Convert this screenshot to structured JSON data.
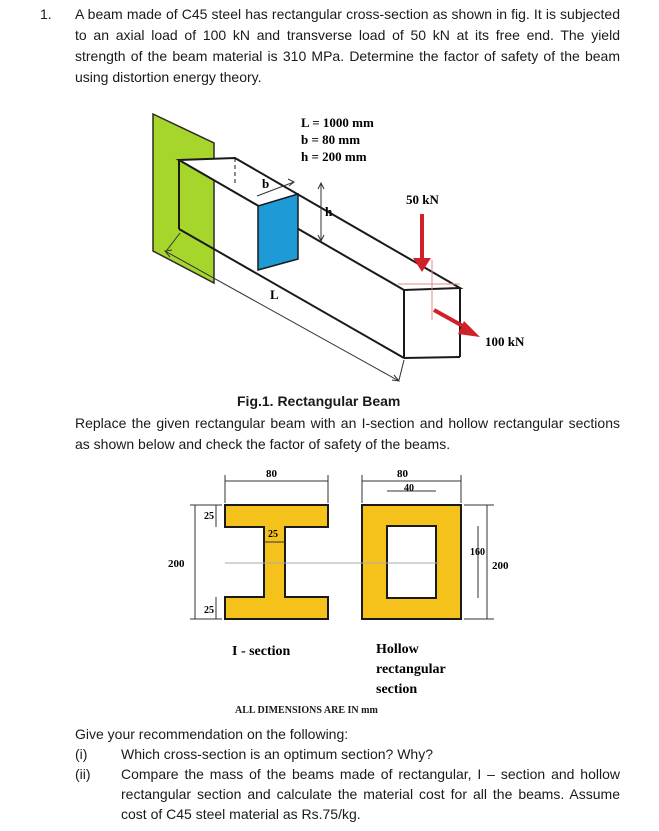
{
  "question": {
    "number": "1.",
    "text": "A beam made of C45 steel has rectangular cross-section as shown in fig. It is subjected to an axial load of 100 kN and transverse load of 50 kN at its free end. The yield strength of the beam material is 310 MPa. Determine the factor of safety of the beam using distortion energy theory."
  },
  "fig1": {
    "params": [
      "L = 1000 mm",
      "b = 80 mm",
      "h = 200 mm"
    ],
    "label_b": "b",
    "label_h": "h",
    "label_L": "L",
    "load_transverse": "50 kN",
    "load_axial": "100 kN",
    "caption": "Fig.1. Rectangular Beam",
    "colors": {
      "wall": "#a6d62b",
      "section": "#1e9ad6",
      "arrow": "#d0202a"
    }
  },
  "replace_text": "Replace the given rectangular beam with an I-section and hollow rectangular sections as shown below and check the factor of safety of the beams.",
  "sections": {
    "i_section": {
      "width": "80",
      "web": "25",
      "flange_top": "25",
      "flange_bottom": "25",
      "height": "200",
      "label": "I - section"
    },
    "hollow": {
      "width": "80",
      "inner_width": "40",
      "inner_height": "160",
      "height": "200",
      "label_lines": [
        "Hollow",
        "rectangular",
        "section"
      ]
    },
    "note": "ALL DIMENSIONS ARE IN mm",
    "fill_color": "#f5c21b"
  },
  "recommendation": {
    "intro": "Give your recommendation on the following:",
    "items": [
      {
        "marker": "(i)",
        "text": "Which cross-section is an optimum section? Why?"
      },
      {
        "marker": "(ii)",
        "text": "Compare the mass of the beams made of rectangular, I – section and hollow rectangular section and calculate the material cost for all the beams. Assume cost of C45 steel material as Rs.75/kg."
      }
    ]
  }
}
